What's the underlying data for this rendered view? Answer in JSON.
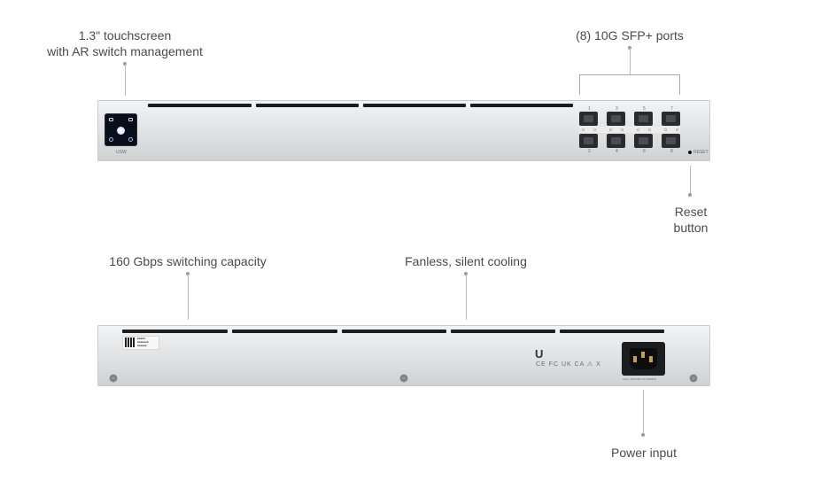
{
  "labels": {
    "touchscreen": [
      "1.3\" touchscreen",
      "with AR switch management"
    ],
    "sfp_ports": "(8) 10G SFP+ ports",
    "reset": [
      "Reset",
      "button"
    ],
    "switching": "160 Gbps switching capacity",
    "cooling": "Fanless, silent cooling",
    "power": "Power input"
  },
  "front_panel": {
    "model_label": "USW",
    "reset_label": "RESET",
    "port_numbers_top": [
      "1",
      "3",
      "5",
      "7"
    ],
    "port_numbers_bottom": [
      "2",
      "4",
      "6",
      "8"
    ],
    "screen_icons": [
      "network-icon",
      "signal-icon",
      "power-icon",
      "settings-icon"
    ]
  },
  "rear_panel": {
    "logo": "U",
    "certs": "CE FC UK CA ⚠ X",
    "power_caption": "Input: 100-240V AC 50/60Hz",
    "sticker_lines": [
      "■■■■■",
      "■■■■■■■",
      "■■■■■■"
    ]
  },
  "colors": {
    "chassis": "#e1e3e5",
    "vent": "#1c1d1f",
    "port": "#2a2b2e",
    "leader": "#b9b9b9"
  }
}
